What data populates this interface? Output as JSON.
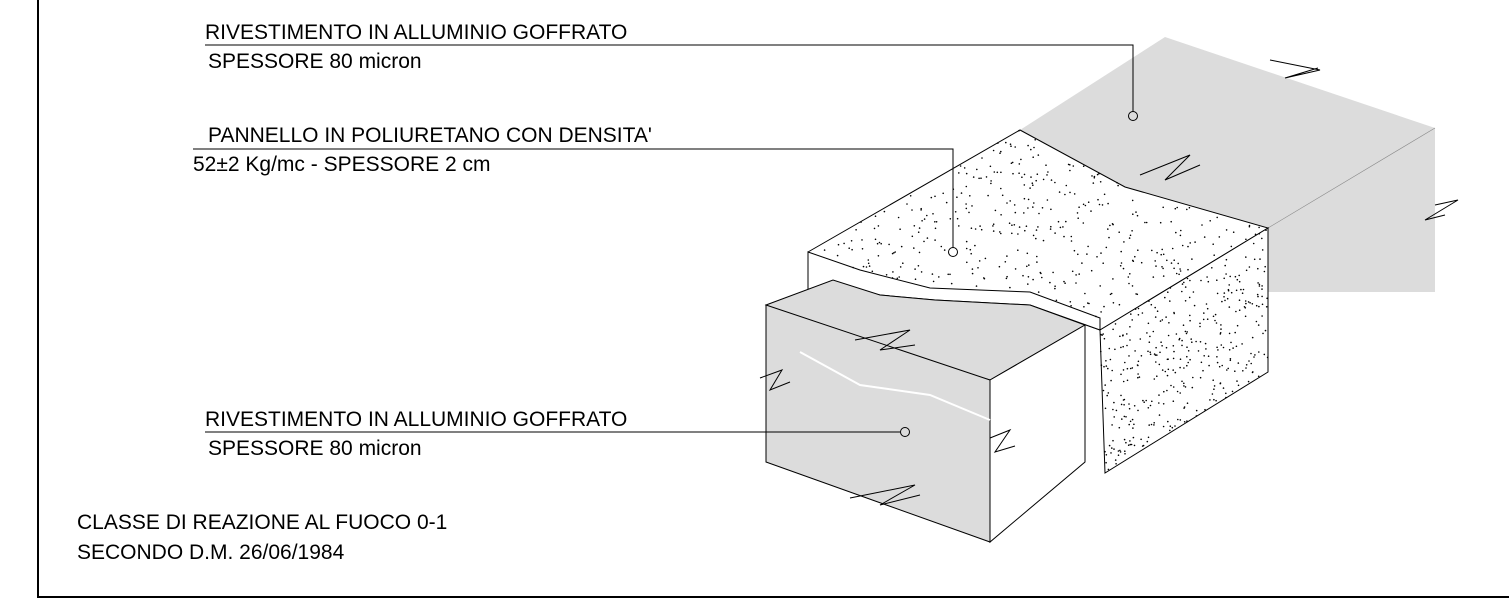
{
  "labels": {
    "top_coating": {
      "line1": "RIVESTIMENTO IN ALLUMINIO GOFFRATO",
      "line2": "SPESSORE 80 micron"
    },
    "panel": {
      "line1": "PANNELLO IN POLIURETANO CON DENSITA'",
      "line2": "52±2 Kg/mc - SPESSORE 2 cm"
    },
    "bottom_coating": {
      "line1": "RIVESTIMENTO IN ALLUMINIO GOFFRATO",
      "line2": "SPESSORE 80 micron"
    }
  },
  "fire_class": {
    "line1": "CLASSE DI REAZIONE AL FUOCO 0-1",
    "line2": "SECONDO D.M. 26/06/1984"
  },
  "colors": {
    "aluminium": "#dcdcdc",
    "line": "#000000",
    "foam": "#ffffff"
  }
}
